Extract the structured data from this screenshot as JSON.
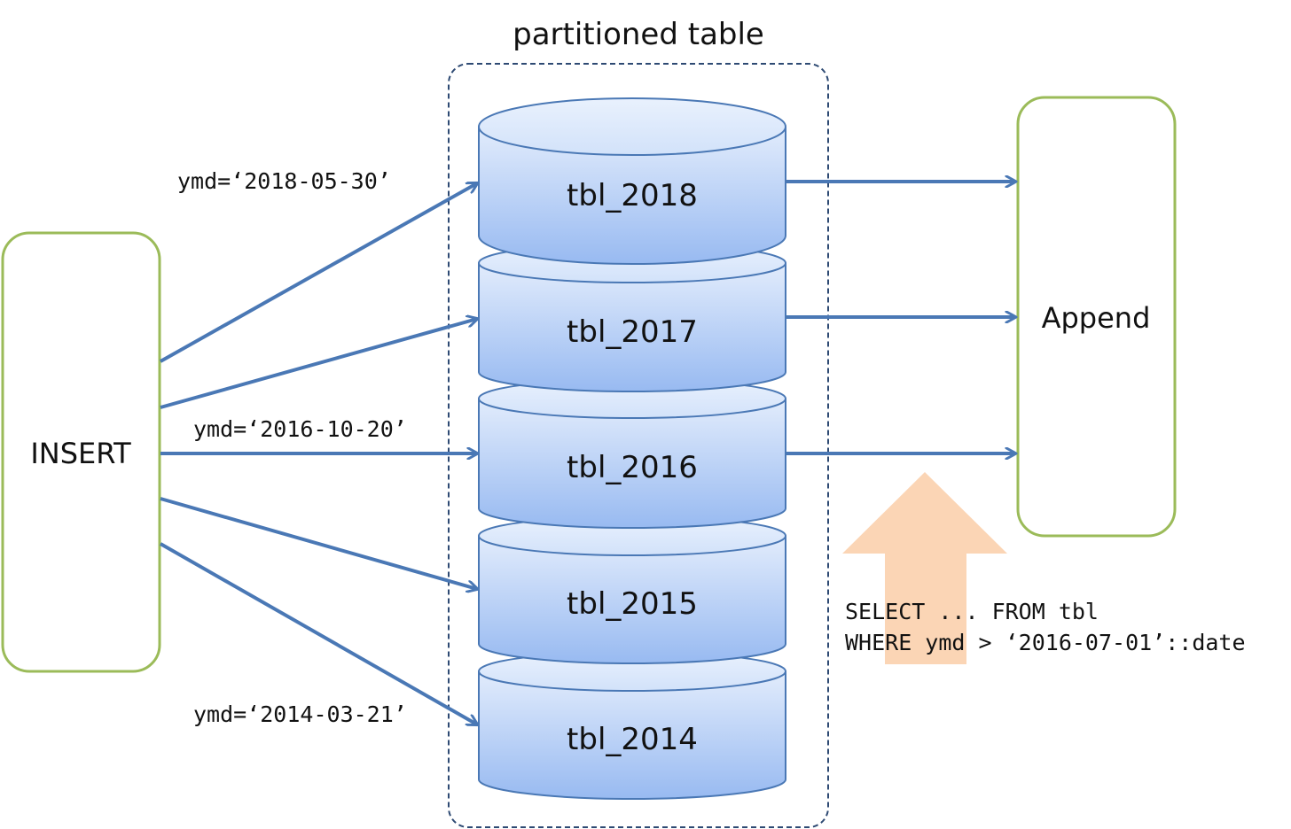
{
  "title": "partitioned table",
  "insert_box": {
    "label": "INSERT"
  },
  "append_box": {
    "label": "Append"
  },
  "partitions": [
    {
      "label": "tbl_2018"
    },
    {
      "label": "tbl_2017"
    },
    {
      "label": "tbl_2016"
    },
    {
      "label": "tbl_2015"
    },
    {
      "label": "tbl_2014"
    }
  ],
  "insert_labels": [
    {
      "text": "ymd=‘2018-05-30’"
    },
    {
      "text": "ymd=‘2016-10-20’"
    },
    {
      "text": "ymd=‘2014-03-21’"
    }
  ],
  "query": {
    "line1": "SELECT ... FROM tbl",
    "line2": "WHERE ymd > ‘2016-07-01’::date"
  },
  "colors": {
    "arrow": "#4a78b5",
    "box_border": "#9bbb59",
    "cylinder_top": "#dbe8fb",
    "cylinder_bottom": "#9dbef2",
    "cylinder_stroke": "#4a78b5",
    "dashed_border": "#2e4a73",
    "highlight_arrow": "#fbd5b5"
  }
}
